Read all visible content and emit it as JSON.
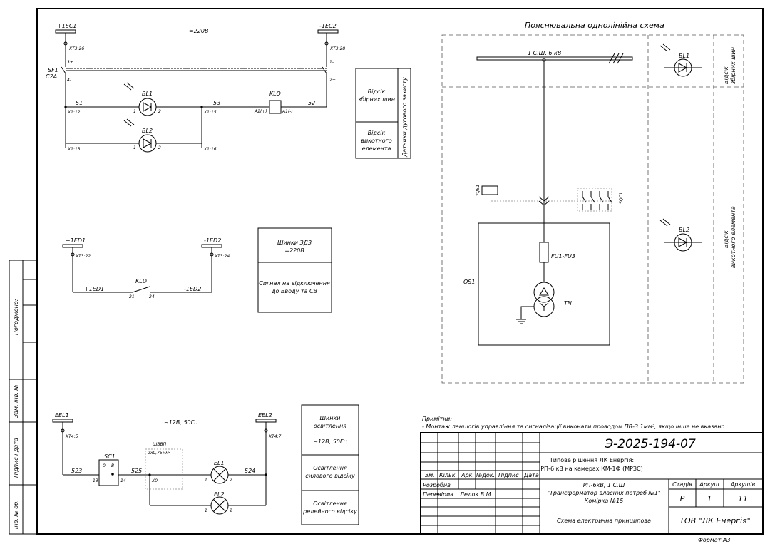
{
  "left_block": {
    "approved": "Погоджено:",
    "replaced_inv": "Зам. інв. №",
    "sign_date": "Підпис і дата",
    "inv_orig": "Інв. № ор."
  },
  "dc_circuit": {
    "plus_bus": "+1EC1",
    "minus_bus": "-1EC2",
    "voltage": "=220В",
    "xt_plus": "XT3:26",
    "xt_minus": "XT3:28",
    "breaker_name": "SF1",
    "breaker_rating": "C2A",
    "pin3": "3+",
    "pin4": "4-",
    "pin1": "1-",
    "pin2": "2+",
    "wire51": "51",
    "wire53": "53",
    "wire52": "52",
    "x112": "X1:12",
    "x115": "X1:15",
    "x113": "X1:13",
    "x116": "X1:16",
    "bl1": "BL1",
    "bl2": "BL2",
    "klo": "KLO",
    "a2": "A2(+)",
    "a1": "A1(-)",
    "p1": "1",
    "p2": "2"
  },
  "sensor_table": {
    "header": "Датчики дугового захисту",
    "row1": "Відсік збірних шин",
    "row2": "Відсік викотного елемента"
  },
  "ed_circuit": {
    "plus_bus": "+1ED1",
    "minus_bus": "-1ED2",
    "xt_plus": "XT3:22",
    "xt_minus": "XT3:24",
    "relay": "KLD",
    "left_label": "+1ED1",
    "right_label": "-1ED2",
    "c21": "21",
    "c24": "24"
  },
  "ed_table": {
    "row1": "Шинки ЗДЗ =220В",
    "row2": "Сигнал на відключення до Вводу та СВ"
  },
  "light_circuit": {
    "plus_bus": "EEL1",
    "minus_bus": "EEL2",
    "voltage": "~12В, 50Гц",
    "xt_plus": "XT4:5",
    "xt_minus": "XT4:7",
    "switch": "SC1",
    "sw_o": "0",
    "sw_b": "B",
    "wire523": "523",
    "wire525": "525",
    "wire524": "524",
    "t13": "13",
    "t14": "14",
    "x0": "X0",
    "cable": "ШВВП",
    "cable_section": "2x0,75мм²",
    "el1": "EL1",
    "el2": "EL2",
    "p1": "1",
    "p2": "2"
  },
  "light_table": {
    "header": "Шинки освітлення",
    "voltage": "~12В, 50Гц",
    "row2": "Освітлення силового відсіку",
    "row3": "Освітлення релейного відсіку"
  },
  "single_line": {
    "title": "Пояснювальна однолінійна схема",
    "bus": "1 С.Ш. 6 кВ",
    "bl1": "BL1",
    "bl2": "BL2",
    "compartment_bus": "Відсік збірних шин",
    "compartment_cart": "Відсік викотного елемента",
    "yqs1": "YQS1",
    "sqc1": "SQC1",
    "qs1": "QS1",
    "fuse": "FU1-FU3",
    "tn": "TN"
  },
  "notes": {
    "title": "Примітки:",
    "text": "- Монтаж ланцюгів управління та сигналізації виконати проводом ПВ-3 1мм², якщо інше не вказано."
  },
  "title_block": {
    "doc_number": "Э-2025-194-07",
    "typical_line1": "Типове рішення ЛК Енергія:",
    "typical_line2": "РП-6 кВ на камерах КМ-1Ф (МРЗС)",
    "col_zm": "Зм.",
    "col_kilk": "Кільк.",
    "col_ark": "Арк.",
    "col_ndoc": "№док.",
    "col_pidpys": "Підпис",
    "col_data": "Дата",
    "developed": "Розробив",
    "checked": "Перевірив",
    "checker_name": "Ледок В.М.",
    "object_line1": "РП-6кВ, 1 С.Ш",
    "object_line2": "\"Трансформатор власних потреб №1\"",
    "object_line3": "Комірка №15",
    "stage_h": "Стадія",
    "sheet_h": "Аркуш",
    "sheets_h": "Аркушів",
    "stage": "Р",
    "sheet": "1",
    "sheets": "11",
    "drawing_title": "Схема електрична принципова",
    "company": "ТОВ \"ЛК Енергія\"",
    "format": "Формат А3"
  }
}
